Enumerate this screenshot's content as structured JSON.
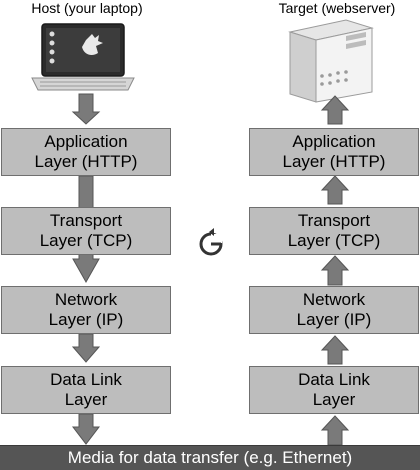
{
  "host": {
    "title": "Host (your laptop)",
    "layers": [
      "Application\nLayer (HTTP)",
      "Transport\nLayer (TCP)",
      "Network\nLayer (IP)",
      "Data Link\nLayer"
    ]
  },
  "target": {
    "title": "Target (webserver)",
    "layers": [
      "Application\nLayer (HTTP)",
      "Transport\nLayer (TCP)",
      "Network\nLayer (IP)",
      "Data Link\nLayer"
    ]
  },
  "media": {
    "label": "Media for data transfer (e.g. Ethernet)"
  },
  "icons": {
    "laptop": "laptop-icon",
    "server": "server-icon",
    "center_logo": "g-logo-icon"
  },
  "colors": {
    "layer_fill": "#bdbdbd",
    "arrow_fill": "#7a7a7a",
    "media_fill": "#555555"
  }
}
